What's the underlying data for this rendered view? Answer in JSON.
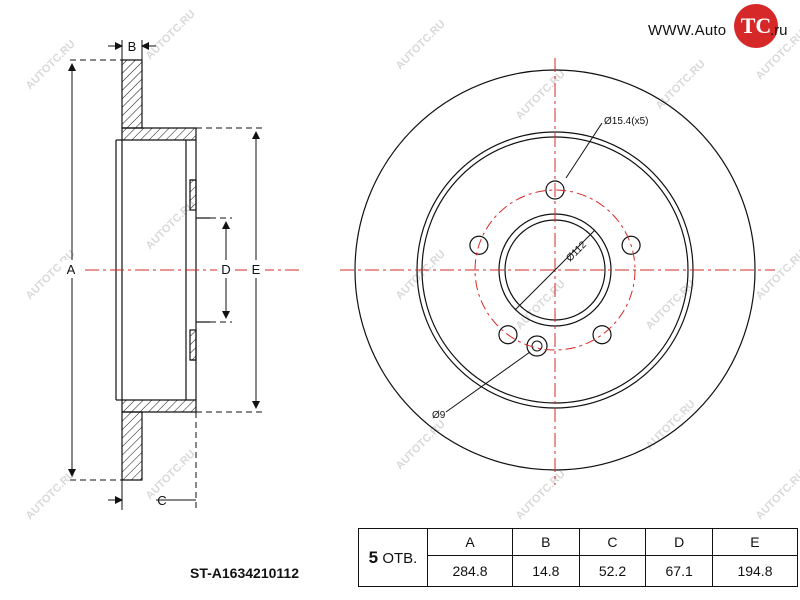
{
  "brand": {
    "site_prefix": "WWW.Auto",
    "logo_letters": "TC",
    "site_suffix": ".ru"
  },
  "watermark": {
    "text": "AUTOTC.RU"
  },
  "side_view": {
    "labels": {
      "a": "A",
      "b": "B",
      "c": "C",
      "d": "D",
      "e": "E"
    }
  },
  "front_view": {
    "hole_label": "Ø15.4(x5)",
    "pcd_label": "Ø112",
    "pin_label": "Ø9"
  },
  "spec_table": {
    "holes_count": "5",
    "holes_unit": "ОТВ.",
    "columns": [
      "A",
      "B",
      "C",
      "D",
      "E"
    ],
    "values": [
      "284.8",
      "14.8",
      "52.2",
      "67.1",
      "194.8"
    ]
  },
  "part_number": "ST-A1634210112",
  "colors": {
    "line": "#111111",
    "dimension": "#d62828",
    "watermark": "#d9d9d9",
    "logo": "#d62828"
  }
}
